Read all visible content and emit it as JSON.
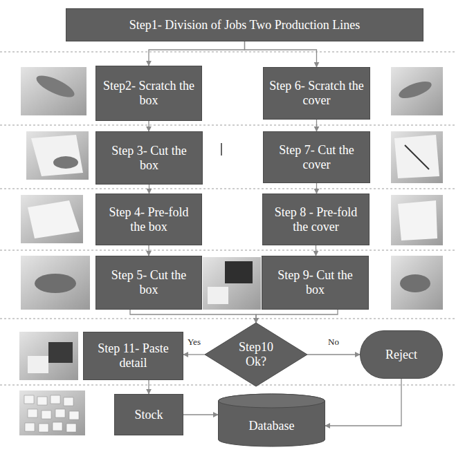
{
  "diagram": {
    "nodes": [
      {
        "text": [
          "Step1- Division of Jobs Two Production Lines"
        ]
      },
      {
        "text": [
          "Step2- Scratch the box"
        ]
      },
      {
        "text": [
          "Step 6- Scratch the cover"
        ]
      },
      {
        "text": [
          "Step 3- Cut the box"
        ]
      },
      {
        "text": [
          "Step 7- Cut the cover"
        ]
      },
      {
        "text": [
          "Step 4- Pre-fold the box"
        ]
      },
      {
        "text": [
          "Step 8 - Pre-fold the cover"
        ]
      },
      {
        "text": [
          "Step 5- Cut the box"
        ]
      },
      {
        "text": [
          "Step 9- Cut the box"
        ]
      },
      {
        "text": [
          "Step 11- Paste detail"
        ]
      },
      {
        "text": [
          "Step10 Ok?"
        ]
      },
      {
        "text": [
          "Reject"
        ]
      },
      {
        "text": [
          "Stock"
        ]
      },
      {
        "text": [
          "Database"
        ]
      }
    ],
    "edges": [
      {
        "from": 0,
        "to": 1,
        "arrow": "to"
      },
      {
        "from": 0,
        "to": 2,
        "arrow": "to"
      },
      {
        "from": 1,
        "to": 3,
        "arrow": "to"
      },
      {
        "from": 3,
        "to": 5,
        "arrow": "to"
      },
      {
        "from": 5,
        "to": 7,
        "arrow": "to"
      },
      {
        "from": 2,
        "to": 4,
        "arrow": "to"
      },
      {
        "from": 4,
        "to": 6,
        "arrow": "to"
      },
      {
        "from": 6,
        "to": 8,
        "arrow": "to"
      },
      {
        "from": 7,
        "to": 10,
        "arrow": "to"
      },
      {
        "from": 8,
        "to": 10,
        "arrow": "to"
      },
      {
        "from": 10,
        "to": 9,
        "label": "Yes",
        "arrow": "to"
      },
      {
        "from": 10,
        "to": 11,
        "label": "No",
        "arrow": "to"
      },
      {
        "from": 9,
        "to": 12,
        "arrow": "to"
      },
      {
        "from": 12,
        "to": 13,
        "arrow": "to"
      },
      {
        "from": 11,
        "to": 13,
        "arrow": "to"
      }
    ]
  }
}
